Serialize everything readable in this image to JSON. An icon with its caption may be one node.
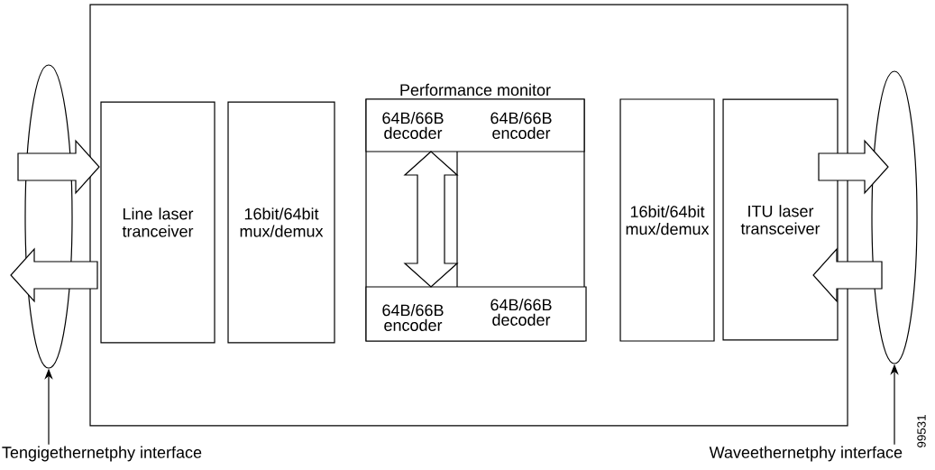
{
  "diagram": {
    "nodes": [
      {
        "text": [],
        "shape": "box"
      },
      {
        "text": [],
        "shape": "ellipse"
      },
      {
        "text": [
          "Line laser tranceiver"
        ],
        "in": 0
      },
      {
        "text": [
          "16bit/64bit mux/demux"
        ],
        "in": 0
      },
      {
        "text": [
          "Performance monitor"
        ],
        "in": 0
      },
      {
        "text": [
          "64B/66B decoder",
          "64B/66B encoder"
        ],
        "in": 4
      },
      {
        "text": [
          "64B/66B encoder",
          "64B/66B decoder"
        ],
        "in": 4
      },
      {
        "text": [
          "16bit/64bit mux/demux"
        ],
        "in": 0
      },
      {
        "text": [
          "ITU laser transceiver"
        ],
        "in": 0
      },
      {
        "text": [],
        "shape": "ellipse"
      },
      {
        "text": [
          "Tengigethernetphy interface"
        ]
      },
      {
        "text": [
          "Waveethernetphy interface"
        ]
      }
    ],
    "edges": [
      {
        "from": 1,
        "to": 2,
        "arrow": "to"
      },
      {
        "from": 2,
        "to": 1,
        "arrow": "to"
      },
      {
        "from": 5,
        "to": 6,
        "arrow": "both"
      },
      {
        "from": 8,
        "to": 9,
        "arrow": "to"
      },
      {
        "from": 9,
        "to": 8,
        "arrow": "to"
      },
      {
        "from": 10,
        "to": 1,
        "arrow": "to"
      },
      {
        "from": 11,
        "to": 9,
        "arrow": "to"
      }
    ],
    "labels": [
      "99531"
    ]
  }
}
